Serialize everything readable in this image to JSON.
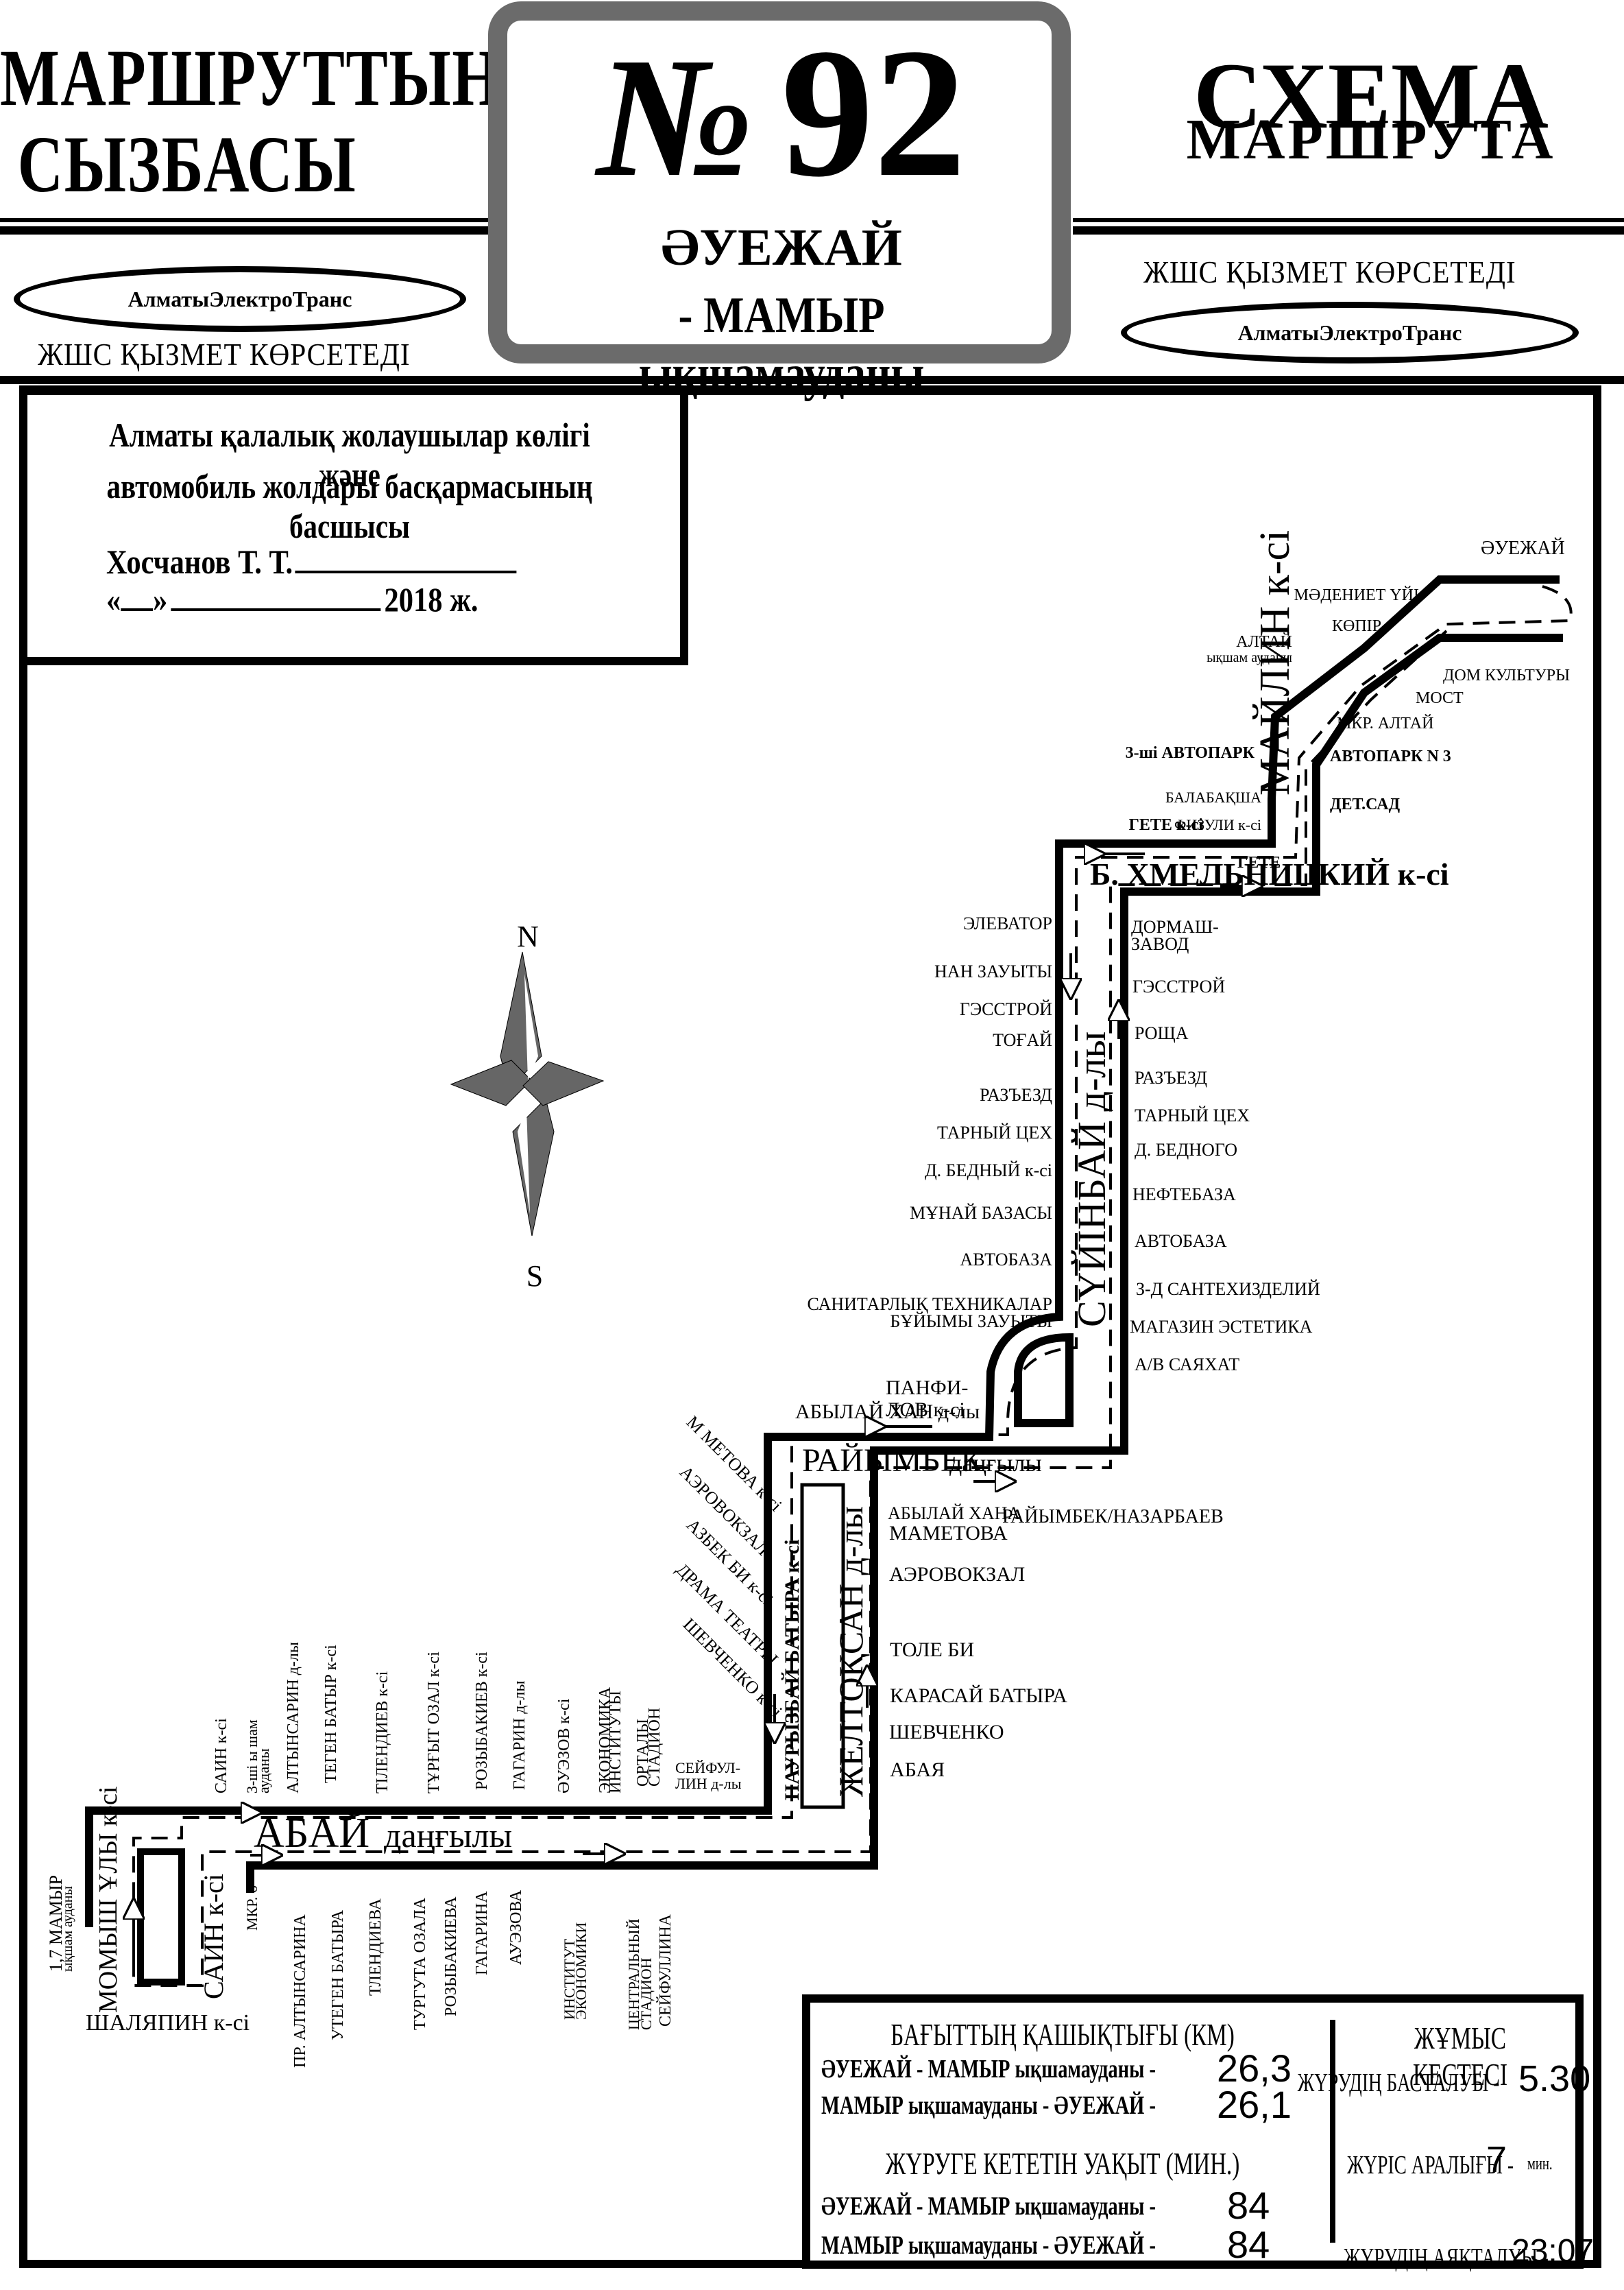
{
  "header": {
    "kz_title_line1": "МАРШРУТТЫҢ",
    "kz_title_line2": "СЫЗБАСЫ",
    "ru_title_line1": "СХЕМА",
    "ru_title_line2": "МАРШРУТА",
    "route_number_symbol": "№",
    "route_number": "92",
    "route_dest_line1": "ӘУЕЖАЙ",
    "route_dest_line2": "- МАМЫР ықшамауданы",
    "operator": "АлматыЭлектроТранс",
    "llp_served_kz": "ЖШС  ҚЫЗМЕТ КӨРСЕТЕДІ"
  },
  "approval": {
    "line1": "Алматы қалалық жолаушылар көлігі және",
    "line2": "автомобиль жолдары басқармасының басшысы",
    "signatory": "Хосчанов Т. Т.",
    "date_quote_open": "«",
    "date_quote_close": "»",
    "year": "2018 ж."
  },
  "compass": {
    "north": "N",
    "south": "S"
  },
  "map": {
    "streets": {
      "mailin": "МАЙЛИН к-сі",
      "khmelnitsky": "Б. ХМЕЛЬНИЦКИЙ к-сі",
      "suyinbay": "СҮЙІНБАЙ д-лы",
      "raiymbek": "РАЙЫМБЕК",
      "raiymbek_suffix": "даңғылы",
      "nauryzbay": "НАУРЫЗБАЙ БАТЫРА к-сі",
      "zheltoksan": "ЖЕЛТОҚСАН д-лы",
      "abai": "АБАЙ",
      "abai_suffix": "даңғылы",
      "momyshuly": "МОМЫШ ҰЛЫ к-сі",
      "sain": "САИН к-сі",
      "shalyapin": "ШАЛЯПИН к-сі",
      "abylai_khan": "АБЫЛАЙ ХАН д-лы",
      "panfilov_1": "ПАНФИ-",
      "panfilov_2": "ЛОВ к-сі"
    },
    "terminus_north": "ӘУЕЖАЙ",
    "terminus_south_1": "1,7 МАМЫР",
    "terminus_south_2": "ықшам ауданы",
    "stops_mailin_west": [
      "МӘДЕНИЕТ ҮЙІ",
      "КӨПІР",
      "АЛТАЙ",
      "ықшам ауданы",
      "3-ші АВТОПАРК",
      "БАЛАБАҚША",
      "ФИЗУЛИ к-сі",
      "ГЕТЕ к-сі"
    ],
    "stops_mailin_east": [
      "ДОМ КУЛЬТУРЫ",
      "МОСТ",
      "МКР. АЛТАЙ",
      "АВТОПАРК N 3",
      "ДЕТ.САД",
      "ГЕТЕ"
    ],
    "stops_suyinbay_west": [
      "ЭЛЕВАТОР",
      "НАН ЗАУЫТЫ",
      "ГЭССТРОЙ",
      "ТОҒАЙ",
      "РАЗЪЕЗД",
      "ТАРНЫЙ ЦЕХ",
      "Д. БЕДНЫЙ к-сі",
      "МҰНАЙ БАЗАСЫ",
      "АВТОБАЗА",
      "САНИТАРЛЫҚ ТЕХНИКАЛАР",
      "БҰЙЫМЫ ЗАУЫТЫ"
    ],
    "stops_suyinbay_east": [
      "ДОРМАШ-",
      "ЗАВОД",
      "ГЭССТРОЙ",
      "РОЩА",
      "РАЗЪЕЗД",
      "ТАРНЫЙ ЦЕХ",
      "Д. БЕДНОГО",
      "НЕФТЕБАЗА",
      "АВТОБАЗА",
      "З-Д САНТЕХИЗДЕЛИЙ",
      "МАГАЗИН ЭСТЕТИКА",
      "А/В САЯХАТ"
    ],
    "stops_raiymbek_south": [
      "АБЫЛАЙ ХАНА",
      "РАЙЫМБЕК/НАЗАРБАЕВ"
    ],
    "stops_zheltoksan_east": [
      "МАМЕТОВА",
      "АЭРОВОКЗАЛ",
      "ТОЛЕ БИ",
      "КАРАСАЙ БАТЫРА",
      "ШЕВЧЕНКО",
      "АБАЯ"
    ],
    "stops_nauryzbay_west": [
      "М МЕТОВА к-сі",
      "АЭРОВОКЗАЛ",
      "АЗБЕК БИ к-сі",
      "ДРАМА ТЕАТРЫ",
      "ШЕВЧЕНКО к-сі"
    ],
    "stops_abai_north": [
      "САИН к-сі",
      "3-ші ы шам",
      "ауданы",
      "АЛТЫНСАРИН д-лы",
      "ТЕГЕН БАТЫР к-сі",
      "ТІЛЕНДИЕВ к-сі",
      "ТҰРҒЫТ ОЗАЛ к-сі",
      "РОЗЫБАКИЕВ к-сі",
      "ГАГАРИН д-лы",
      "ӘУЭЗОВ к-сі",
      "ЭКОНОМИКА",
      "ИНСТИТУТЫ",
      "ОРТАЛЫ",
      "СТАДИОН",
      "СЕЙФУЛ-",
      "ЛИН д-лы"
    ],
    "stops_abai_south": [
      "МКР. 6",
      "ПР. АЛТЫНСАРИНА",
      "УТЕГЕН БАТЫРА",
      "ТЛЕНДИЕВА",
      "ТУРГУТА ОЗАЛА",
      "РОЗЫБАКИЕВА",
      "ГАГАРИНА",
      "АУЭЗОВА",
      "ИНСТИТУТ",
      "ЭКОНОМИКИ",
      "ЦЕНТРАЛЬНЫЙ",
      "СТАДИОН",
      "СЕЙФУЛЛИНА"
    ]
  },
  "info": {
    "distance_heading": "БАҒЫТТЫҢ ҚАШЫҚТЫҒЫ (КМ)",
    "distance_rows": [
      {
        "label": "ӘУЕЖАЙ - МАМЫР ықшамауданы -",
        "value": "26,3"
      },
      {
        "label": "МАМЫР ықшамауданы - ӘУЕЖАЙ -",
        "value": "26,1"
      }
    ],
    "time_heading": "ЖҮРУГЕ КЕТЕТІН УАҚЫТ (МИН.)",
    "time_rows": [
      {
        "label": "ӘУЕЖАЙ - МАМЫР ықшамауданы -",
        "value": "84"
      },
      {
        "label": "МАМЫР ықшамауданы - ӘУЕЖАЙ -",
        "value": "84"
      }
    ],
    "schedule_heading": "ЖҰМЫС КЕСТЕСІ",
    "start_label": "ЖҮРУДІҢ БАСТАЛУЫ -",
    "start_value": "5.30",
    "interval_label": "ЖҮРІС АРАЛЫҒЫ -",
    "interval_value": "7",
    "interval_unit": "мин.",
    "end_label": "ЖҮРУДІҢ АЯҚТАЛУЫ -",
    "end_value": "23:07"
  },
  "colors": {
    "frame": "#000000",
    "route_box_border": "#6b6b6b",
    "compass_fill": "#666666"
  }
}
